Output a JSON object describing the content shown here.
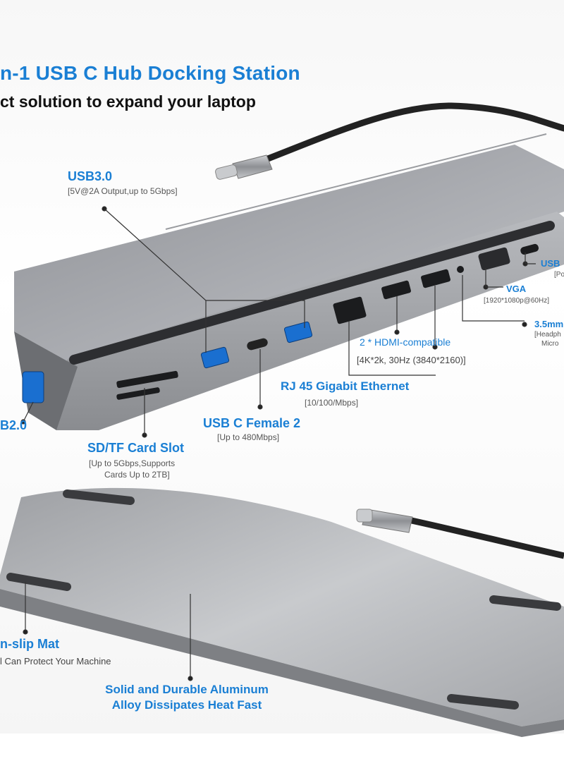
{
  "header": {
    "title": "n-1 USB C Hub Docking Station",
    "subtitle": "ct solution to expand  your laptop"
  },
  "labels": {
    "usb3": {
      "name": "USB3.0",
      "spec": "[5V@2A Output,up to 5Gbps]"
    },
    "usb_c_power": {
      "name": "USB",
      "spec": "[Po"
    },
    "vga": {
      "name": "VGA",
      "spec": "[1920*1080p@60Hz]"
    },
    "audio": {
      "name": "3.5mm",
      "spec_line1": "[Headph",
      "spec_line2": "Micro"
    },
    "hdmi": {
      "name": "2 * HDMI-compatible",
      "spec": "[4K*2k, 30Hz (3840*2160)]"
    },
    "rj45": {
      "name": "RJ 45 Gigabit Ethernet",
      "spec": "[10/100/Mbps]"
    },
    "usb2": {
      "name": "B2.0"
    },
    "usb_c_female": {
      "name": "USB C Female 2",
      "spec": "[Up to 480Mbps]"
    },
    "sd_tf": {
      "name": "SD/TF Card Slot",
      "spec_line1": "[Up to 5Gbps,Supports",
      "spec_line2": "Cards Up to 2TB]"
    },
    "non_slip": {
      "name": "n-slip Mat",
      "spec": "l Can Protect Your Machine"
    },
    "aluminum": {
      "line1": "Solid and Durable Aluminum",
      "line2": "Alloy Dissipates Heat Fast"
    }
  },
  "colors": {
    "accent": "#1a7fd4",
    "hub_body": "#a7a9ad",
    "hub_dark": "#3a3b3e"
  }
}
